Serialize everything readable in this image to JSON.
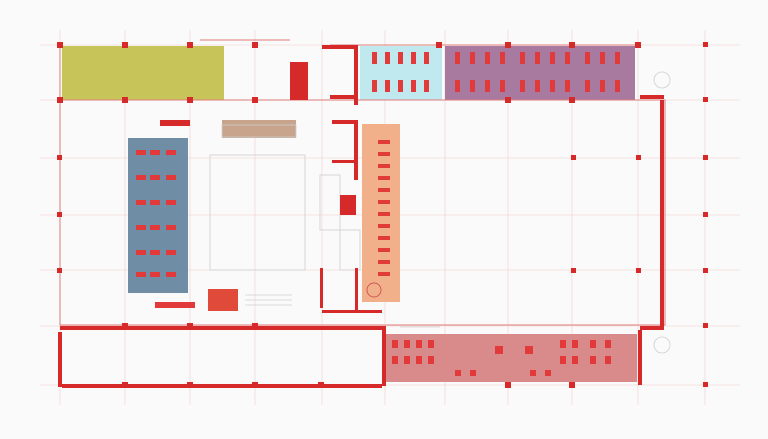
{
  "colors": {
    "background": "#fafafa",
    "walls": "#d62a2a",
    "zone_olive": "#c7c45a",
    "zone_cyan": "#bfe9ee",
    "zone_purple": "#a97aa0",
    "zone_blue": "#6f8ea6",
    "zone_orange": "#f2b08a",
    "zone_brown": "#c9a48c",
    "zone_pink": "#d98a8a",
    "zone_red_block": "#e04a3a"
  },
  "zones": [
    {
      "id": "olive-zone",
      "label": ""
    },
    {
      "id": "cyan-zone",
      "label": ""
    },
    {
      "id": "purple-zone",
      "label": ""
    },
    {
      "id": "blue-zone",
      "label": ""
    },
    {
      "id": "orange-zone",
      "label": ""
    },
    {
      "id": "pink-zone",
      "label": ""
    }
  ]
}
